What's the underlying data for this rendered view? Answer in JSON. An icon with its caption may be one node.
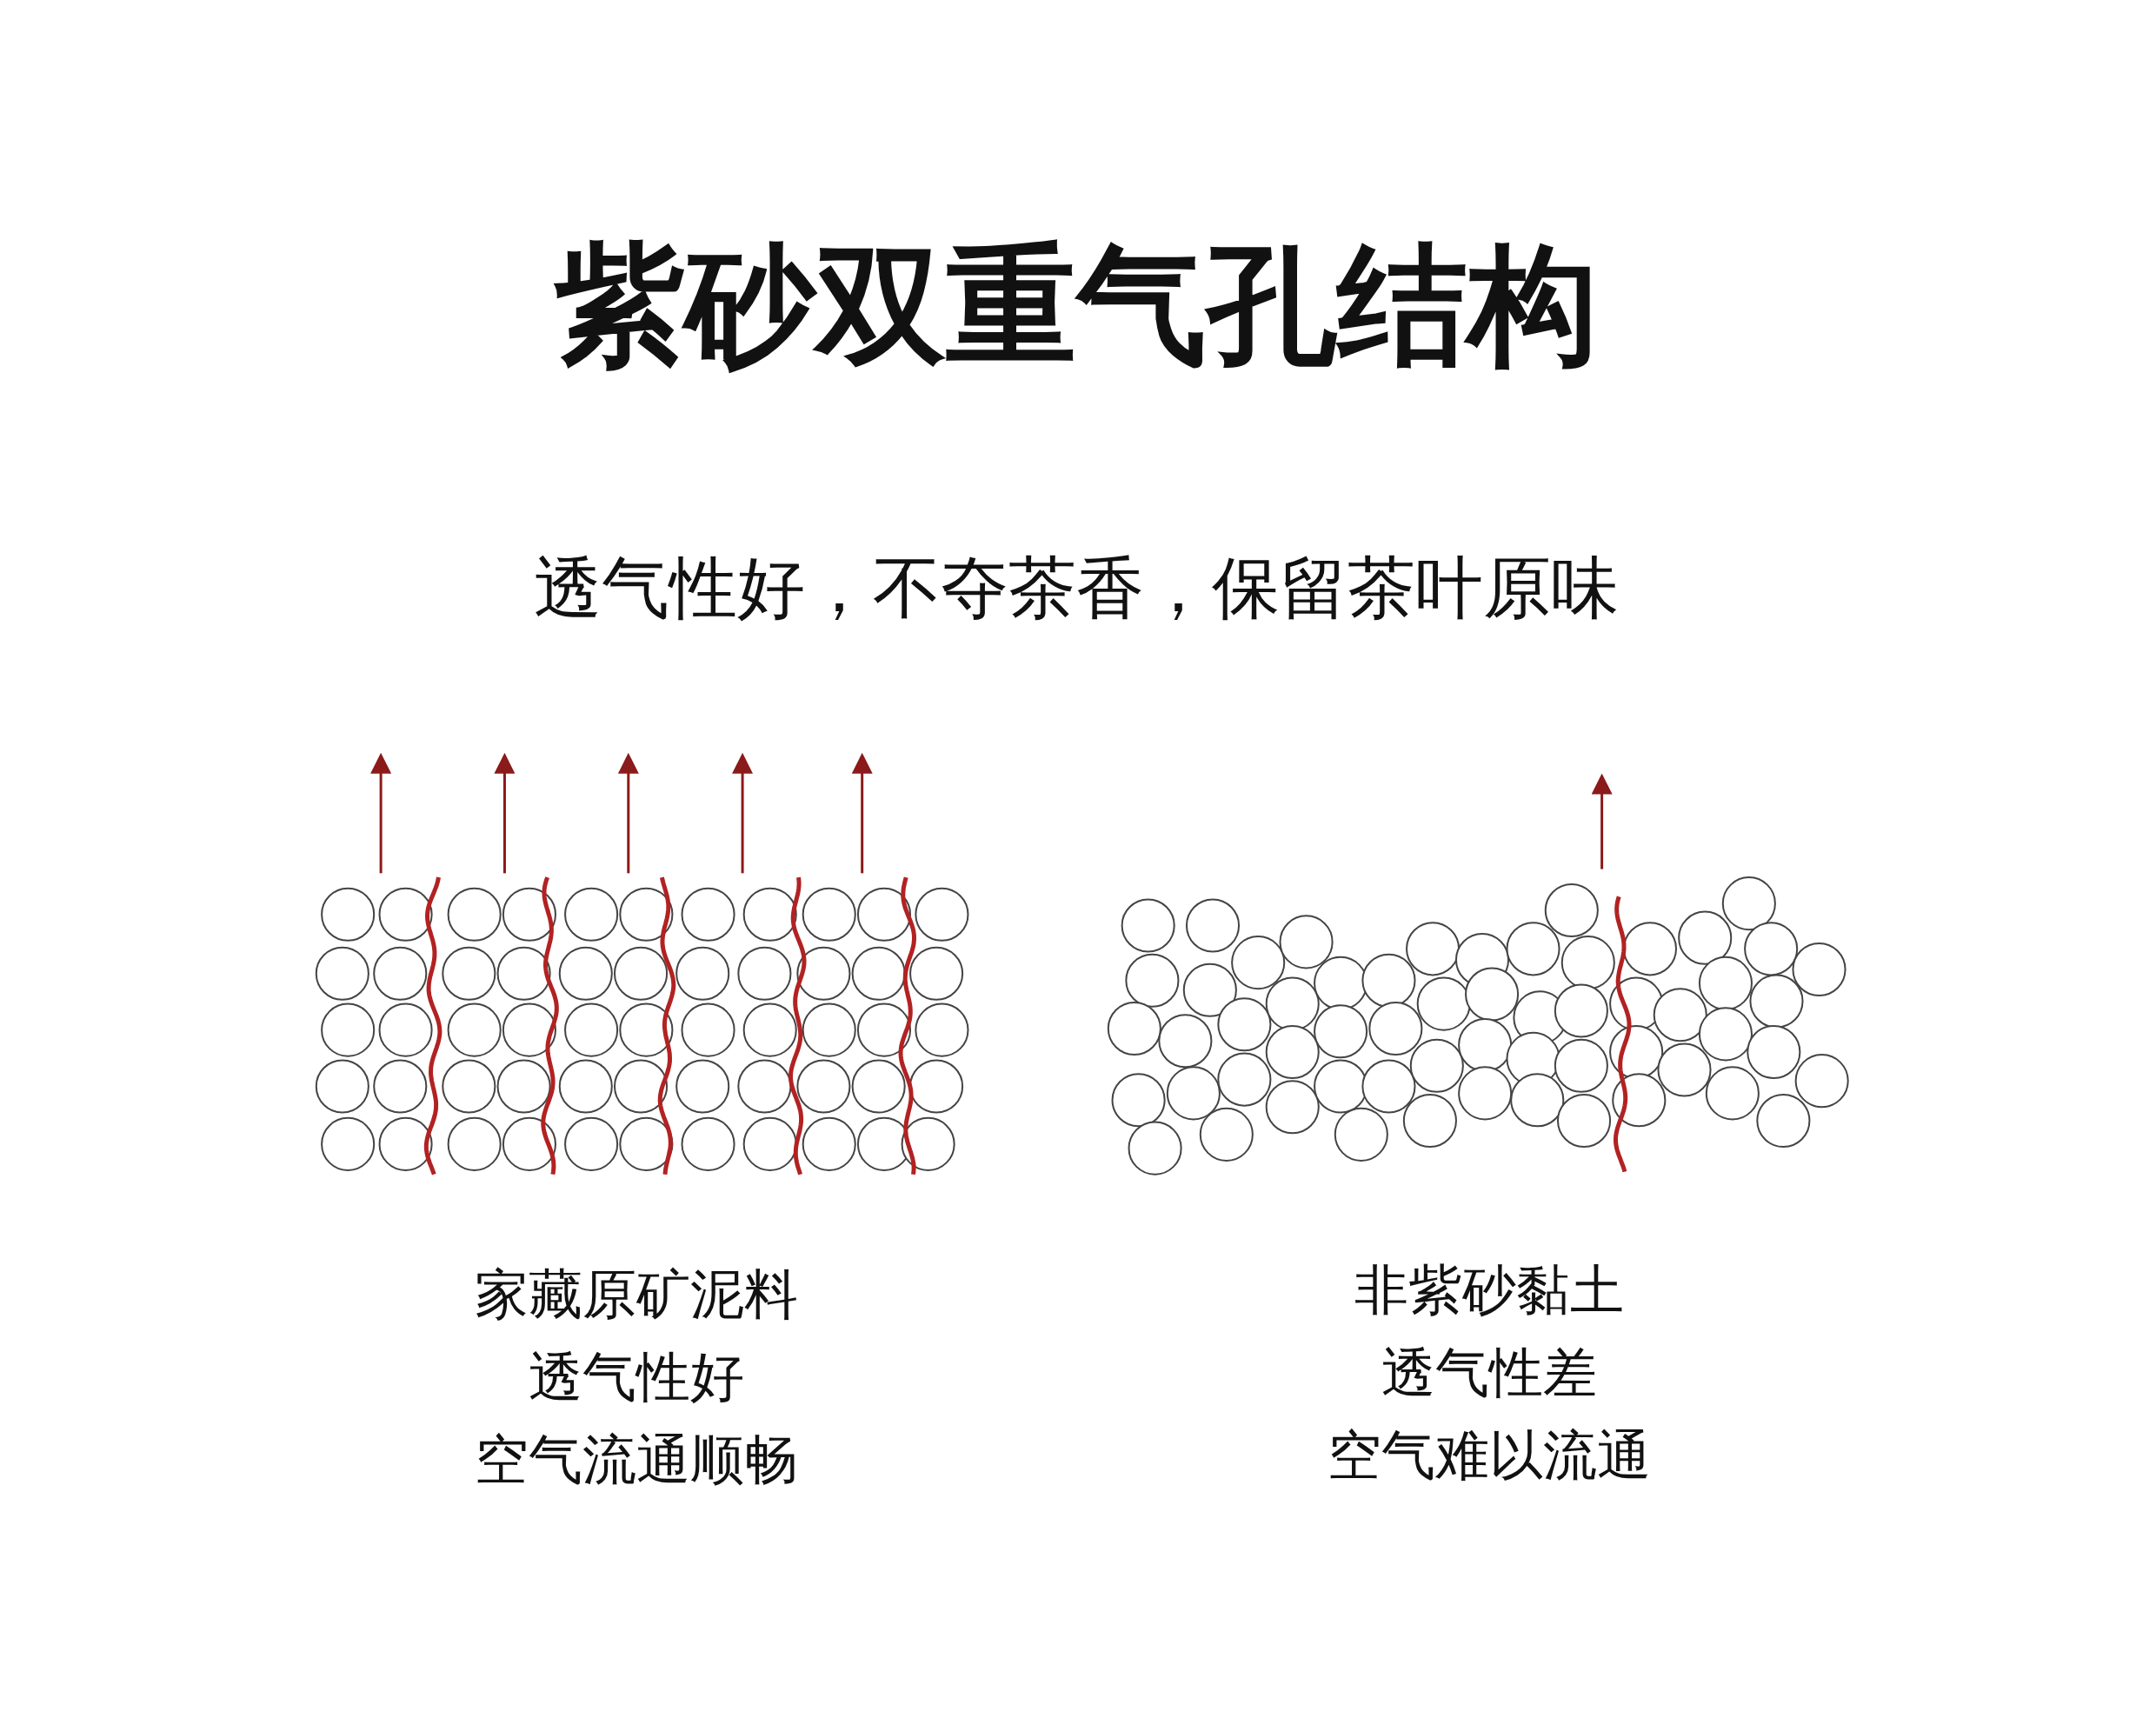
{
  "diagram": {
    "title": "紫砂双重气孔结构",
    "labels": [
      "透气性好，不夺茶香，保留茶叶原味",
      "家藏原矿泥料",
      "透气性好",
      "空气流通顺畅",
      "非紫砂黏土",
      "透气性差",
      "空气难以流通"
    ]
  }
}
